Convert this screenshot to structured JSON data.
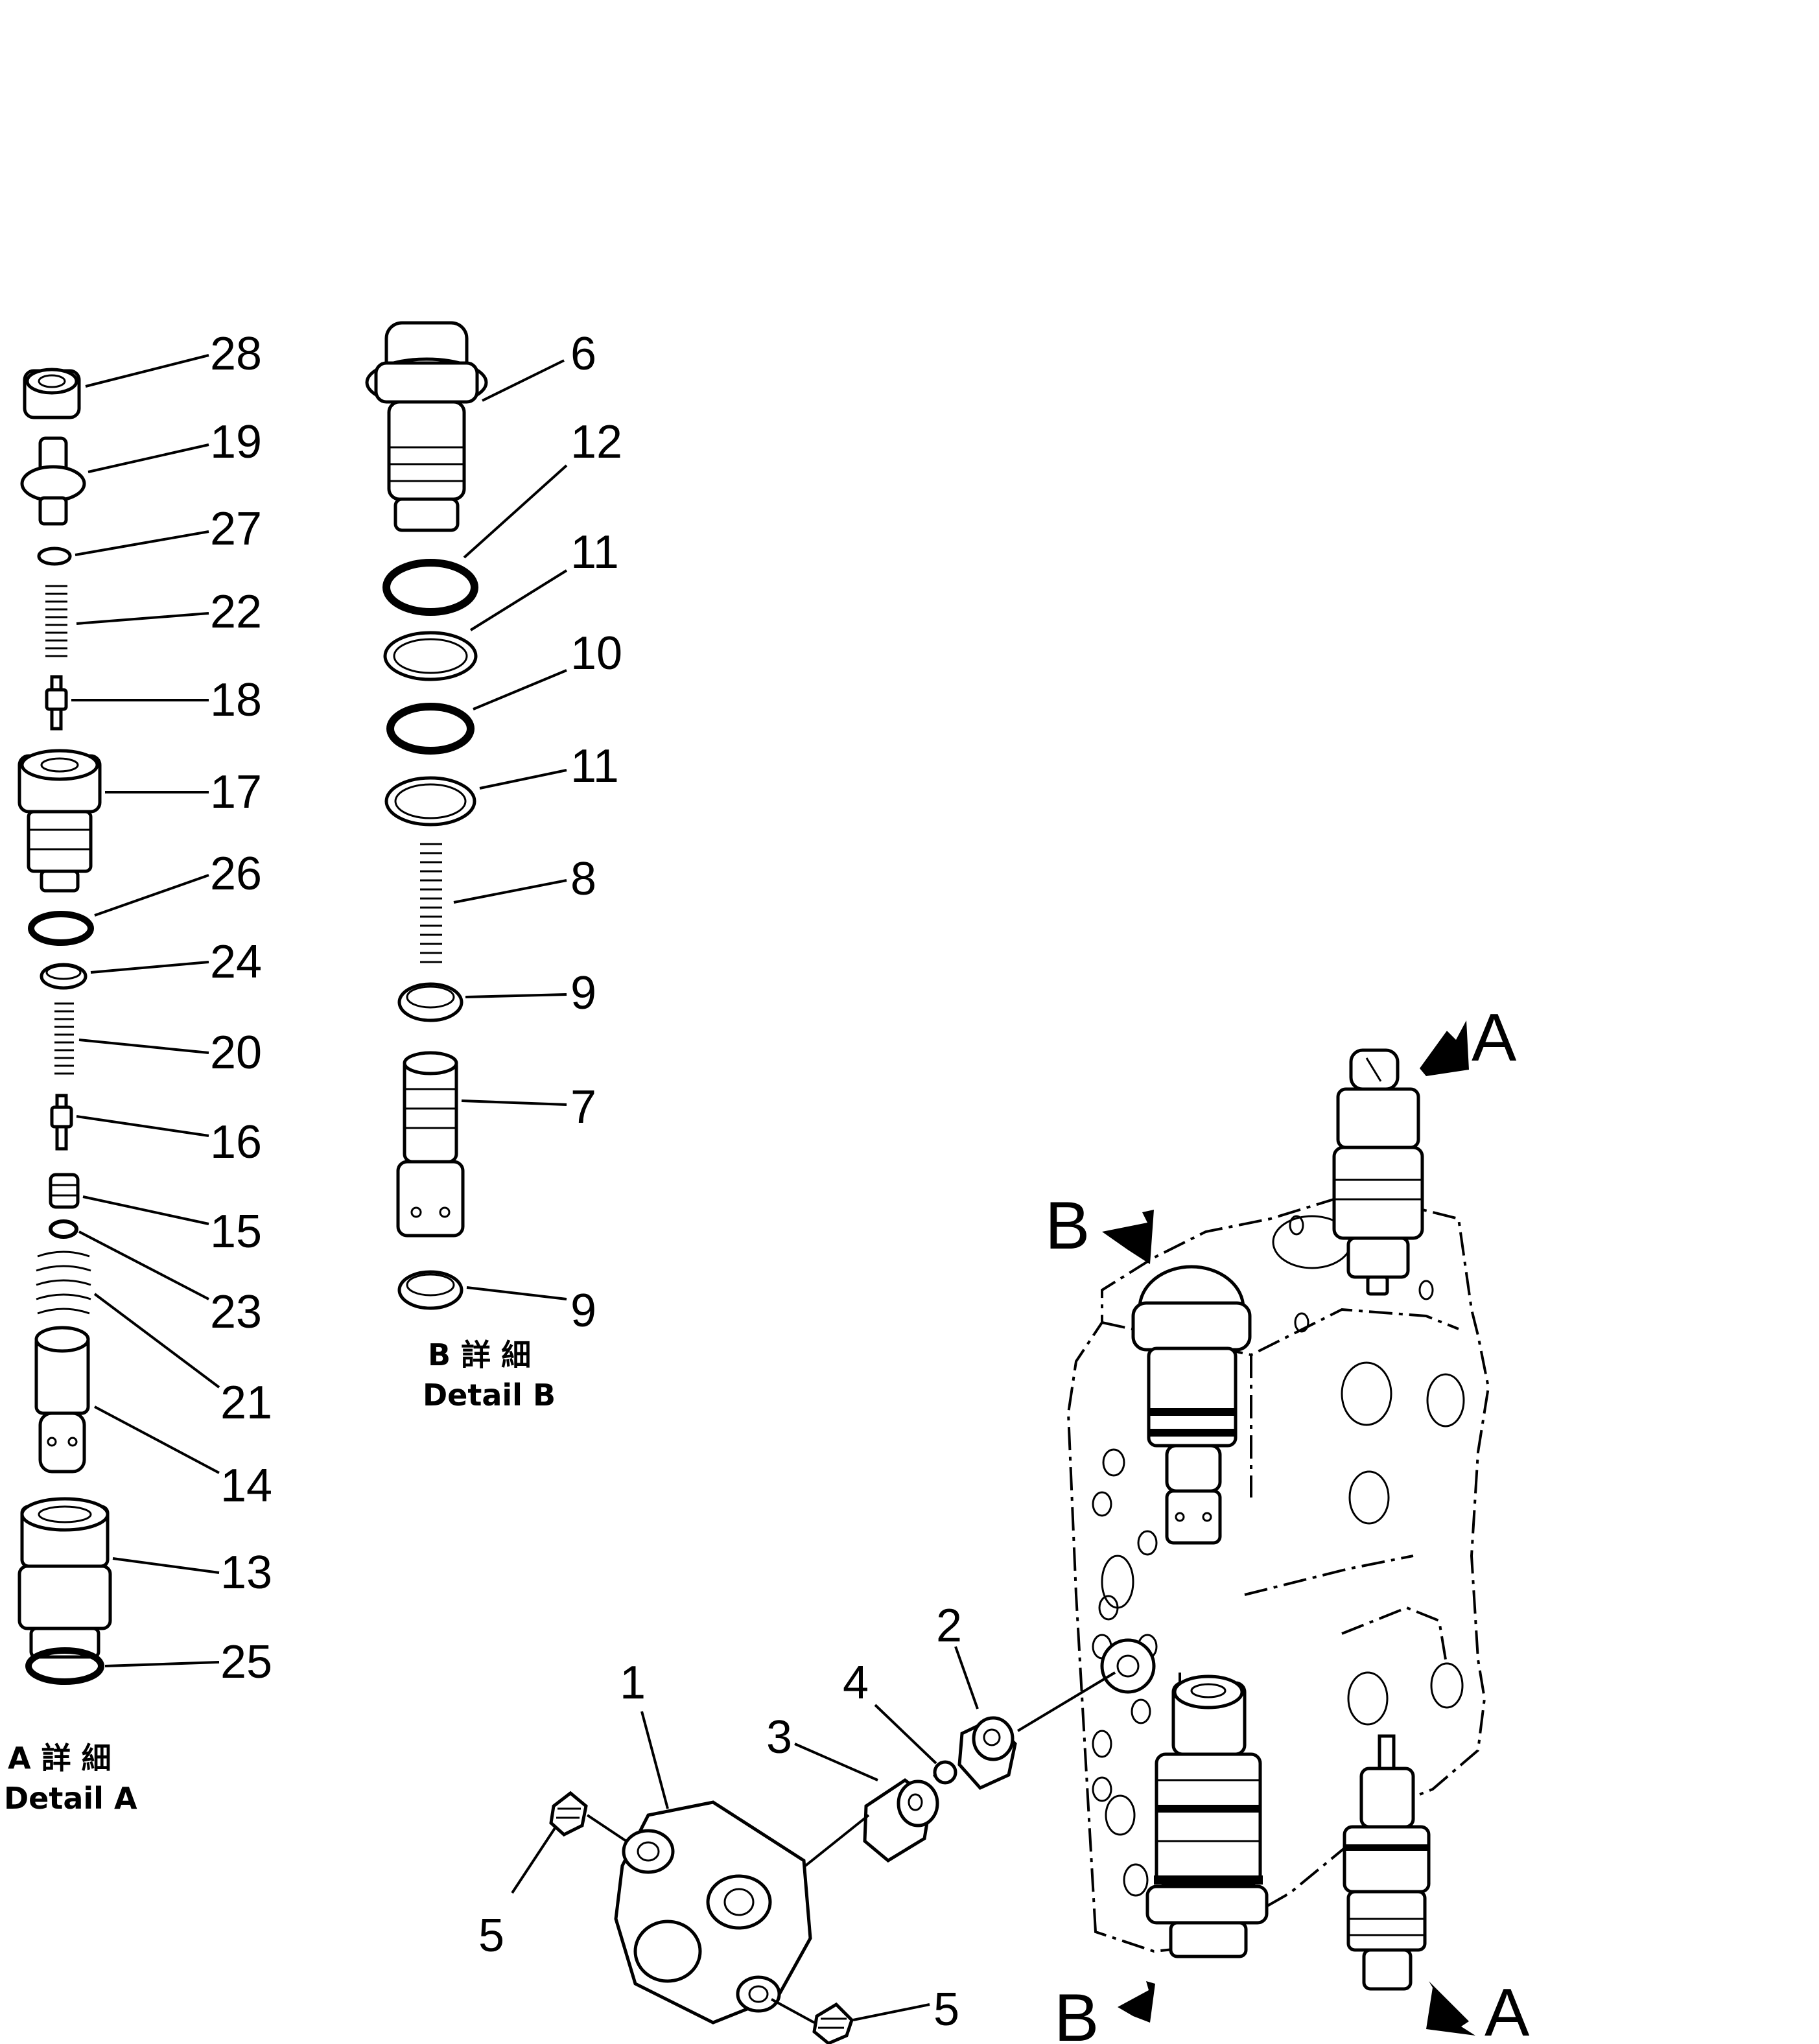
{
  "detail_a": {
    "heading_ja": "A 詳 細",
    "heading_en": "Detail A",
    "labels": [
      "28",
      "19",
      "27",
      "22",
      "18",
      "17",
      "26",
      "24",
      "20",
      "16",
      "15",
      "23",
      "21",
      "14",
      "13",
      "25"
    ]
  },
  "detail_b": {
    "heading_ja": "B 詳 細",
    "heading_en": "Detail B",
    "labels": [
      "6",
      "12",
      "11",
      "10",
      "11",
      "8",
      "9",
      "7",
      "9"
    ]
  },
  "assembly": {
    "labels": [
      "1",
      "2",
      "3",
      "4",
      "5",
      "5"
    ],
    "view_markers": [
      "A",
      "B",
      "B",
      "A"
    ]
  }
}
